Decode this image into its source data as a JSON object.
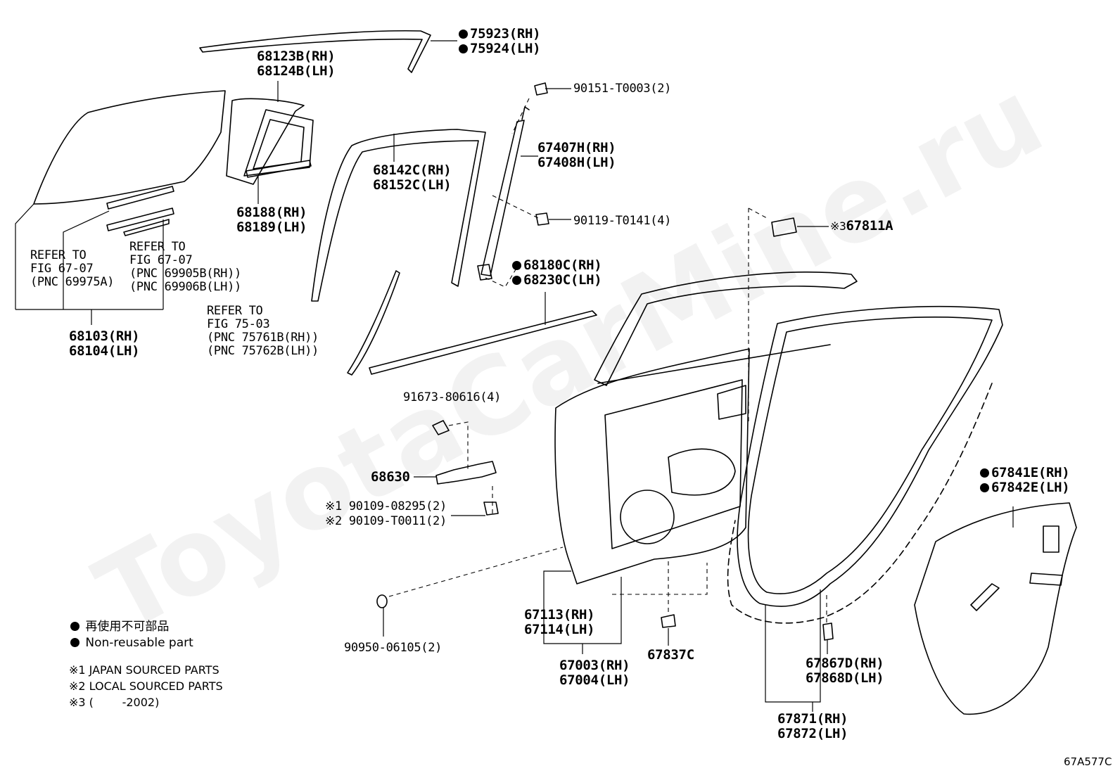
{
  "watermark": "ToyotaCarMine.ru",
  "figure_code": "67A577C",
  "labels": {
    "l75923": "75923(RH)",
    "l75924": "75924(LH)",
    "l68123b": "68123B(RH)",
    "l68124b": "68124B(LH)",
    "l90151": "90151-T0003(2)",
    "l67407": "67407H(RH)",
    "l67408": "67408H(LH)",
    "l68142": "68142C(RH)",
    "l68152": "68152C(LH)",
    "l90119": "90119-T0141(4)",
    "l67811": "67811A",
    "l67811_mark": "※3",
    "l68188": "68188(RH)",
    "l68189": "68189(LH)",
    "l68180": "68180C(RH)",
    "l68230": "68230C(LH)",
    "ref1": [
      "REFER TO",
      "FIG 67-07",
      "(PNC 69975A)"
    ],
    "ref2": [
      "REFER TO",
      "FIG 67-07",
      "(PNC 69905B(RH))",
      "(PNC 69906B(LH))"
    ],
    "ref3": [
      "REFER TO",
      "FIG 75-03",
      "(PNC 75761B(RH))",
      "(PNC 75762B(LH))"
    ],
    "l68103": "68103(RH)",
    "l68104": "68104(LH)",
    "l91673": "91673-80616(4)",
    "l68630": "68630",
    "l90109a_mark": "※1",
    "l90109a": "90109-08295(2)",
    "l90109b_mark": "※2",
    "l90109b": "90109-T0011(2)",
    "l67841": "67841E(RH)",
    "l67842": "67842E(LH)",
    "l90950": "90950-06105(2)",
    "l67113": "67113(RH)",
    "l67114": "67114(LH)",
    "l67003": "67003(RH)",
    "l67004": "67004(LH)",
    "l67837": "67837C",
    "l67867": "67867D(RH)",
    "l67868": "67868D(LH)",
    "l67871": "67871(RH)",
    "l67872": "67872(LH)"
  },
  "notes": {
    "nonreuse_jp": "再使用不可部品",
    "nonreuse_en": "Non-reusable part",
    "n1": "※1 JAPAN SOURCED PARTS",
    "n2": "※2 LOCAL SOURCED PARTS",
    "n3": "※3 (        -2002)"
  }
}
